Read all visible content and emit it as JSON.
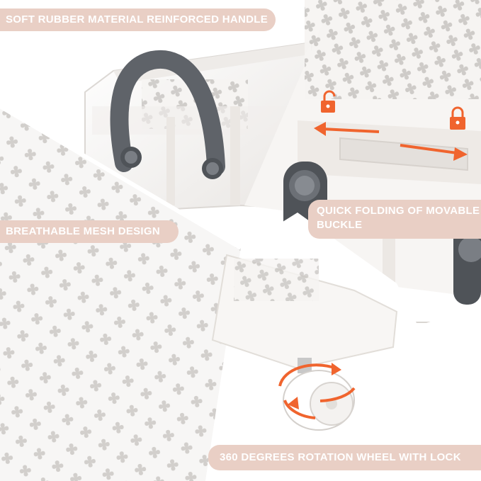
{
  "labels": {
    "handle": "SOFT RUBBER MATERIAL REINFORCED HANDLE",
    "mesh": "BREATHABLE MESH DESIGN",
    "buckle": "QUICK FOLDING OF MOVABLE\nBUCKLE",
    "wheel": "360 DEGREES ROTATION WHEEL WITH LOCK"
  },
  "colors": {
    "label_background": "#e9cfc5",
    "label_text": "#ffffff",
    "basket_white": "#f6f4f2",
    "handle_gray": "#5f6369",
    "arrow_orange": "#f0642e"
  },
  "icons": [
    "unlock-icon",
    "lock-icon",
    "double-arrow-icon",
    "rotation-arrow-icon"
  ]
}
